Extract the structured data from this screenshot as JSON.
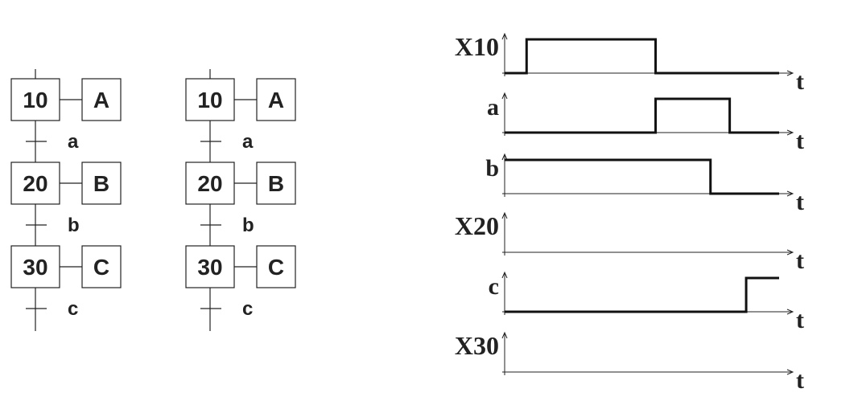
{
  "grafcets": [
    {
      "steps": [
        {
          "number": "10",
          "action": "A"
        },
        {
          "number": "20",
          "action": "B"
        },
        {
          "number": "30",
          "action": "C"
        }
      ],
      "transitions": [
        "a",
        "b",
        "c"
      ]
    },
    {
      "steps": [
        {
          "number": "10",
          "action": "A"
        },
        {
          "number": "20",
          "action": "B"
        },
        {
          "number": "30",
          "action": "C"
        }
      ],
      "transitions": [
        "a",
        "b",
        "c"
      ]
    }
  ],
  "timing": {
    "time_label": "t",
    "signals": [
      {
        "name": "X10",
        "levels": [
          [
            0,
            0
          ],
          [
            0.08,
            1
          ],
          [
            0.55,
            0
          ],
          [
            1.0,
            0
          ]
        ]
      },
      {
        "name": "a",
        "levels": [
          [
            0,
            0
          ],
          [
            0.55,
            1
          ],
          [
            0.82,
            0
          ],
          [
            1.0,
            0
          ]
        ]
      },
      {
        "name": "b",
        "levels": [
          [
            0,
            1
          ],
          [
            0.75,
            0
          ],
          [
            1.0,
            0
          ]
        ]
      },
      {
        "name": "X20",
        "levels": []
      },
      {
        "name": "c",
        "levels": [
          [
            0,
            0
          ],
          [
            0.88,
            1
          ],
          [
            1.0,
            1
          ]
        ]
      },
      {
        "name": "X30",
        "levels": []
      }
    ]
  }
}
